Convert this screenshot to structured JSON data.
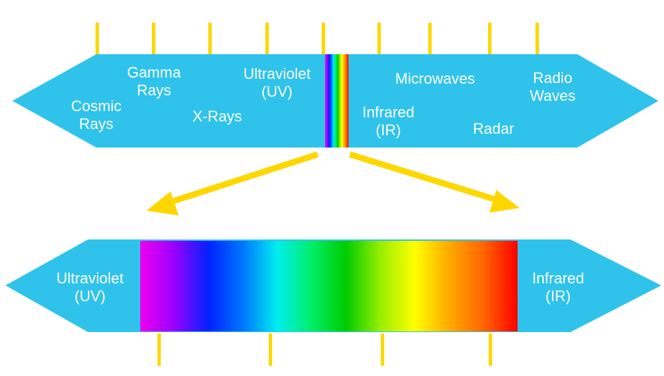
{
  "colors": {
    "band": "#2fc3eb",
    "tick": "#ffd700",
    "arrow": "#ffd700",
    "label": "#ffffff"
  },
  "spectrum_colors": [
    "#ee00ee",
    "#9900ff",
    "#0022ff",
    "#0077ff",
    "#00eeee",
    "#00ee66",
    "#00cc00",
    "#99ee00",
    "#ffff00",
    "#ffaa00",
    "#ff6600",
    "#ff0000"
  ],
  "top_band": {
    "labels": {
      "cosmic": [
        "Cosmic",
        "Rays"
      ],
      "gamma": [
        "Gamma",
        "Rays"
      ],
      "xrays": [
        "X-Rays"
      ],
      "uv": [
        "Ultraviolet",
        "(UV)"
      ],
      "infrared": [
        "Infrared",
        "(IR)"
      ],
      "microwaves": [
        "Microwaves"
      ],
      "radar": [
        "Radar"
      ],
      "radio": [
        "Radio",
        "Waves"
      ]
    }
  },
  "bottom_band": {
    "labels": {
      "uv": [
        "Ultraviolet",
        "(UV)"
      ],
      "infrared": [
        "Infrared",
        "(IR)"
      ]
    }
  }
}
